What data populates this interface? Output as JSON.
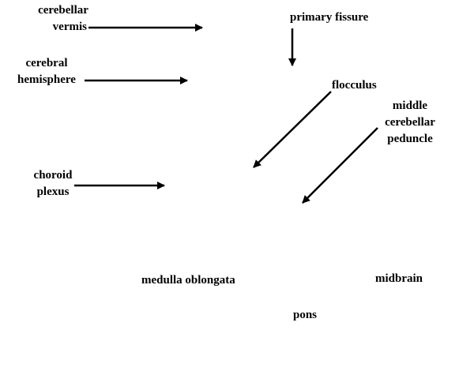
{
  "labels": {
    "cerebellar_vermis": [
      "cerebellar",
      "vermis"
    ],
    "cerebral_hemisphere": [
      "cerebral",
      "hemisphere"
    ],
    "choroid_plexus": [
      "choroid",
      "plexus"
    ],
    "primary_fissure": "primary fissure",
    "flocculus": "flocculus",
    "middle_cerebellar_peduncle": [
      "middle",
      "cerebellar",
      "peduncle"
    ],
    "medulla_oblongata": "medulla oblongata",
    "midbrain": "midbrain",
    "pons": "pons"
  },
  "colors": {
    "ink": "#000000",
    "background": "#ffffff"
  }
}
